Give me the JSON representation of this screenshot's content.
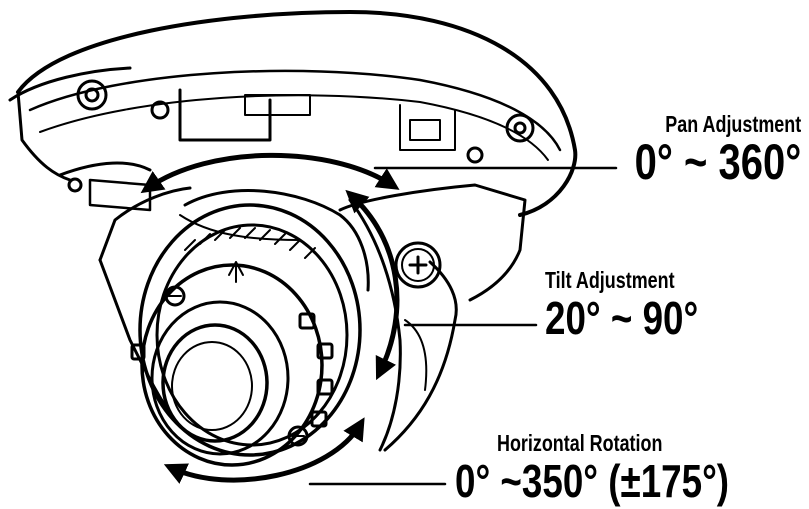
{
  "callouts": {
    "pan": {
      "label": "Pan Adjustment",
      "value": "0° ~ 360°"
    },
    "tilt": {
      "label": "Tilt Adjustment",
      "value": "20° ~ 90°"
    },
    "horizontal": {
      "label": "Horizontal Rotation",
      "value": "0° ~350° (±175°)"
    }
  },
  "colors": {
    "line": "#000000",
    "background": "#ffffff"
  }
}
